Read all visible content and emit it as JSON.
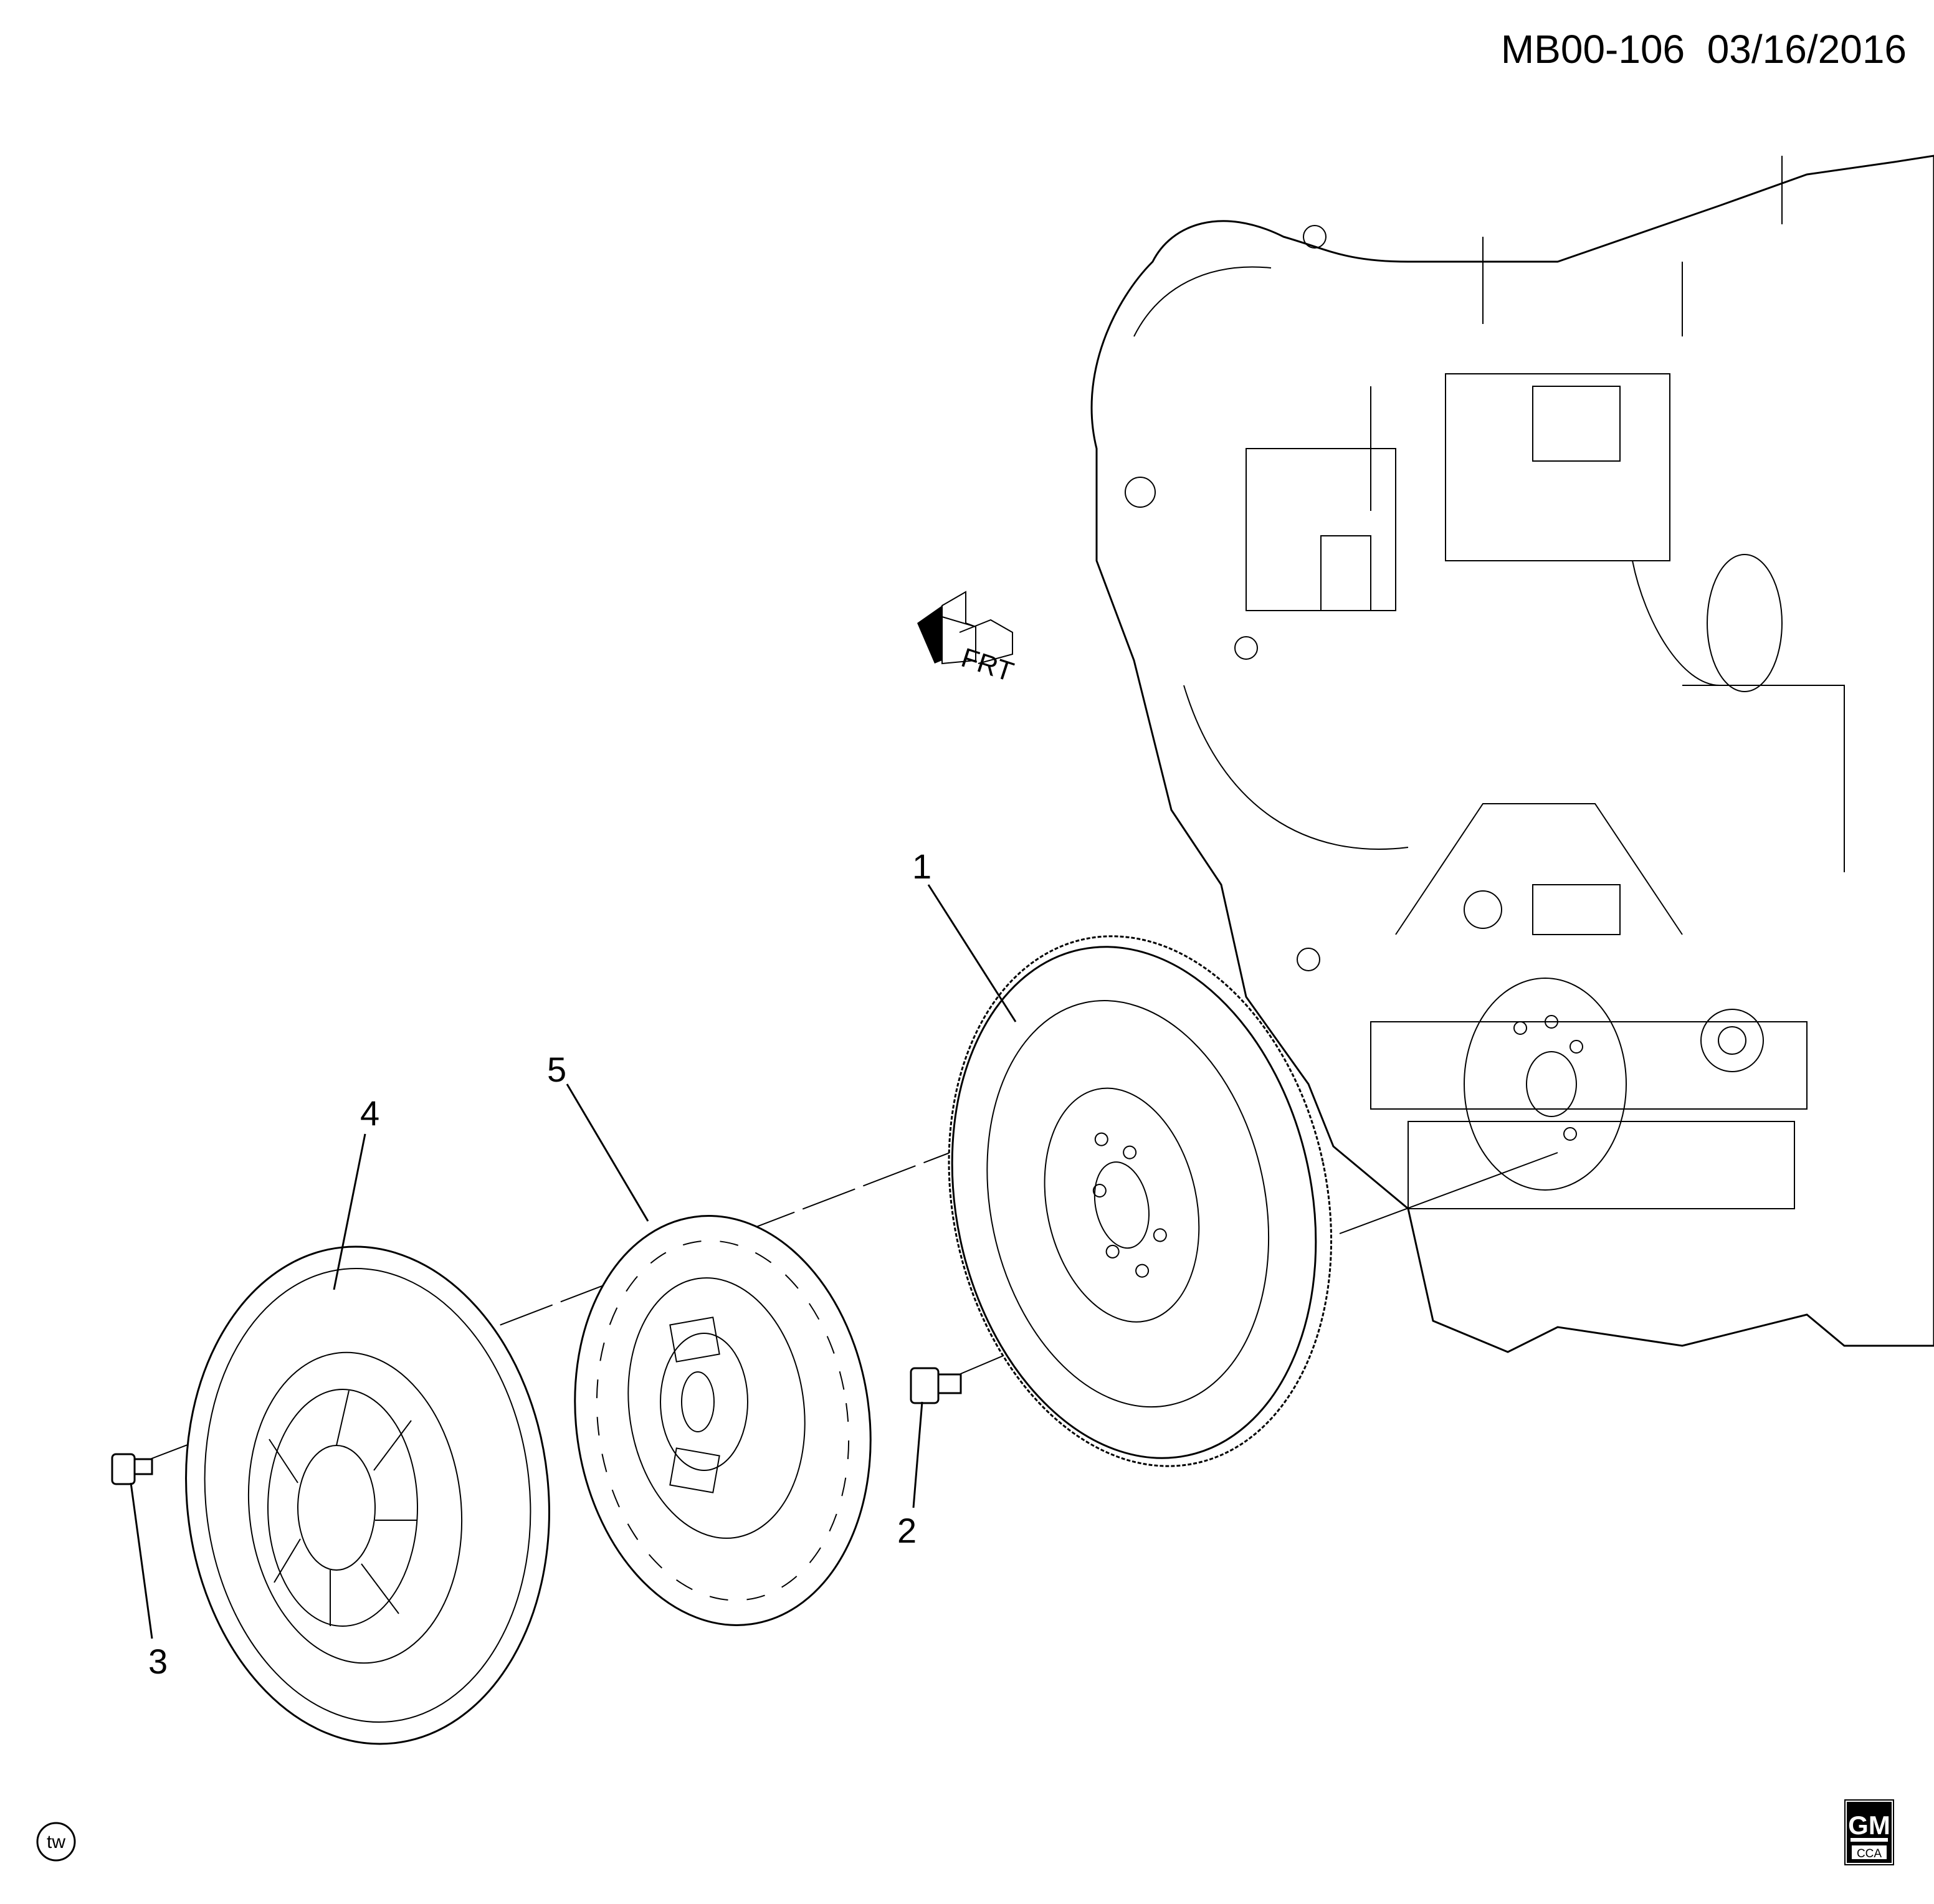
{
  "header": {
    "diagram_id": "MB00-106",
    "date": "03/16/2016"
  },
  "callouts": {
    "c1": "1",
    "c2": "2",
    "c3": "3",
    "c4": "4",
    "c5": "5"
  },
  "front_indicator": {
    "label": "FRT",
    "icon": "front-direction-arrow-icon"
  },
  "tw_badge": "tw",
  "logo": {
    "top": "GM",
    "bottom": "CCA"
  }
}
